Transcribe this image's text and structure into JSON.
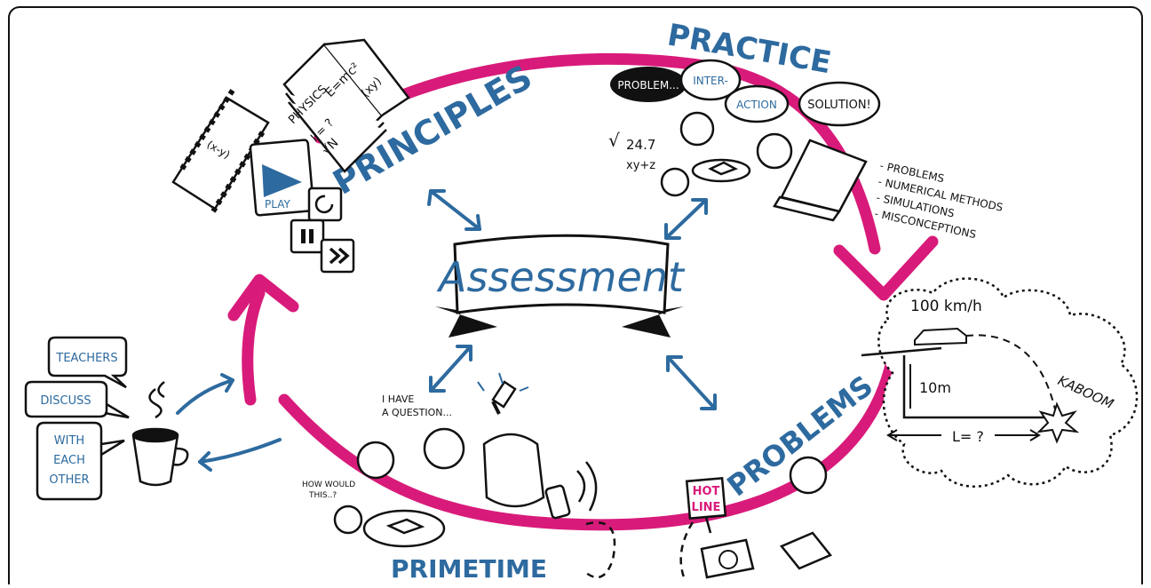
{
  "center": {
    "title": "Assessment"
  },
  "labels": {
    "principles": "PRINCIPLES",
    "practice": "PRACTICE",
    "problems": "PROBLEMS",
    "primetime": "PRIMETIME"
  },
  "practice_bubbles": {
    "problem": "PROBLEM...",
    "inter": "INTER-",
    "action": "ACTION",
    "solution": "SOLUTION!"
  },
  "practice_math": {
    "sqrt": "24.7",
    "expr": "xy+z"
  },
  "practice_list": [
    "- PROBLEMS",
    "- NUMERICAL METHODS",
    "- SIMULATIONS",
    "- MISCONCEPTIONS"
  ],
  "principles_items": {
    "book_left": [
      "PHYSICS",
      "I = ?"
    ],
    "book_right": [
      "E=mc²",
      "(xy)"
    ],
    "sqrt_n": "√N",
    "film": "(x-y)",
    "play": "PLAY"
  },
  "teachers": {
    "line1": "TEACHERS",
    "line2": "DISCUSS",
    "line3": [
      "WITH",
      "EACH",
      "OTHER"
    ]
  },
  "primetime_quotes": {
    "question": [
      "I HAVE",
      "A QUESTION..."
    ],
    "how": [
      "HOW WOULD",
      "THIS..?"
    ]
  },
  "hotline": [
    "HOT",
    "LINE"
  ],
  "physics_problem": {
    "speed": "100 km/h",
    "height": "10m",
    "distance": "L= ?",
    "kaboom": "KABOOM"
  },
  "colors": {
    "cycle": "#d81b7a",
    "accent": "#2d6a9f",
    "ink": "#111111"
  }
}
